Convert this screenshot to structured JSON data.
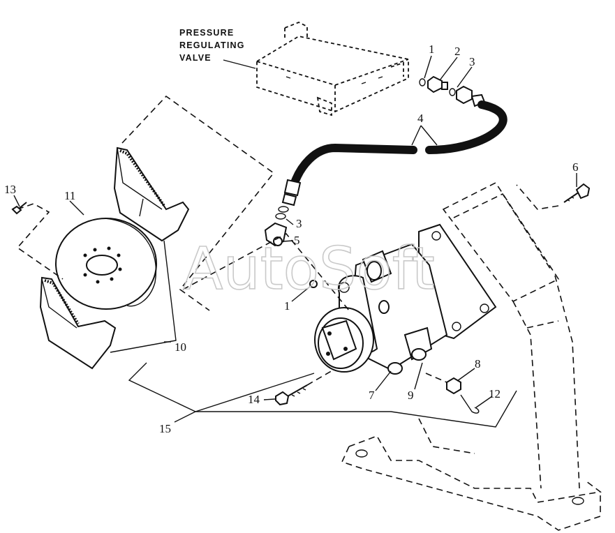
{
  "diagram": {
    "caption": [
      "PRESSURE",
      "REGULATING",
      "VALVE"
    ],
    "watermark": "AutoSoft",
    "callouts": [
      {
        "id": "c1a",
        "text": "1"
      },
      {
        "id": "c2",
        "text": "2"
      },
      {
        "id": "c3a",
        "text": "3"
      },
      {
        "id": "c4",
        "text": "4"
      },
      {
        "id": "c6",
        "text": "6"
      },
      {
        "id": "c13",
        "text": "13"
      },
      {
        "id": "c11",
        "text": "11"
      },
      {
        "id": "c3b",
        "text": "3"
      },
      {
        "id": "c5",
        "text": "5"
      },
      {
        "id": "c1b",
        "text": "1"
      },
      {
        "id": "c10",
        "text": "10"
      },
      {
        "id": "c8",
        "text": "8"
      },
      {
        "id": "c12",
        "text": "12"
      },
      {
        "id": "c7",
        "text": "7"
      },
      {
        "id": "c9",
        "text": "9"
      },
      {
        "id": "c14",
        "text": "14"
      },
      {
        "id": "c15",
        "text": "15"
      }
    ]
  }
}
